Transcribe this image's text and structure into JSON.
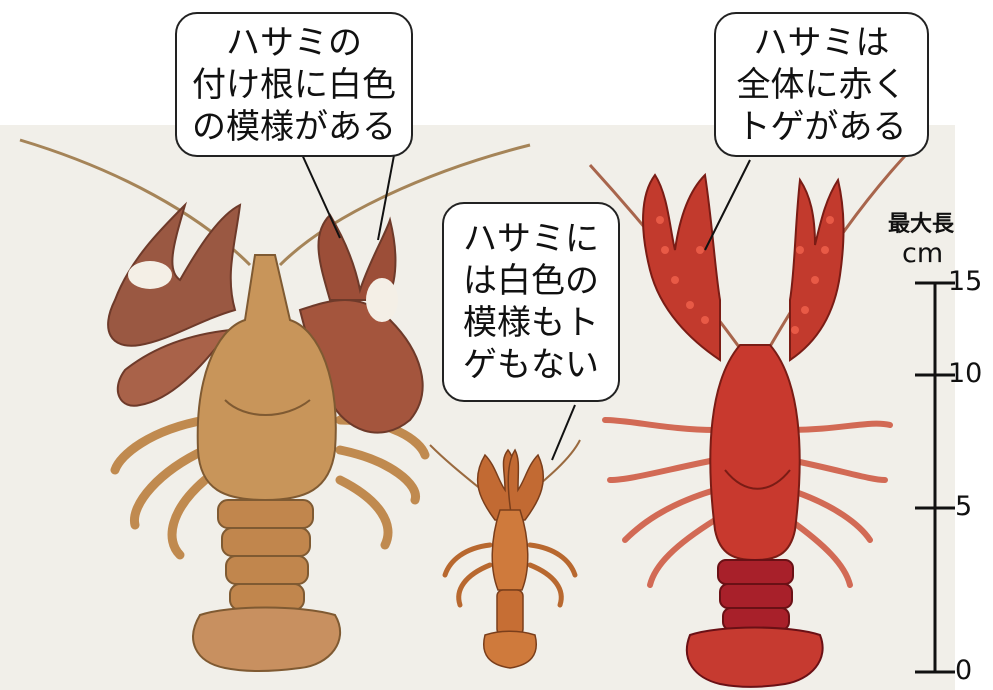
{
  "callouts": {
    "left": {
      "lines": [
        "ハサミの",
        "付け根に白色",
        "の模様がある"
      ]
    },
    "middle": {
      "lines": [
        "ハサミに",
        "は白色の",
        "模様もト",
        "ゲもない"
      ]
    },
    "right": {
      "lines": [
        "ハサミは",
        "全体に赤く",
        "トゲがある"
      ]
    }
  },
  "scale": {
    "title": "最大長",
    "unit": "cm",
    "ticks": [
      "15",
      "10",
      "5",
      "0"
    ]
  },
  "colors": {
    "left_crayfish": "#b8834b",
    "middle_crayfish": "#c7773a",
    "right_crayfish": "#c2382c",
    "claw_spot_white": "#f4efe6"
  }
}
